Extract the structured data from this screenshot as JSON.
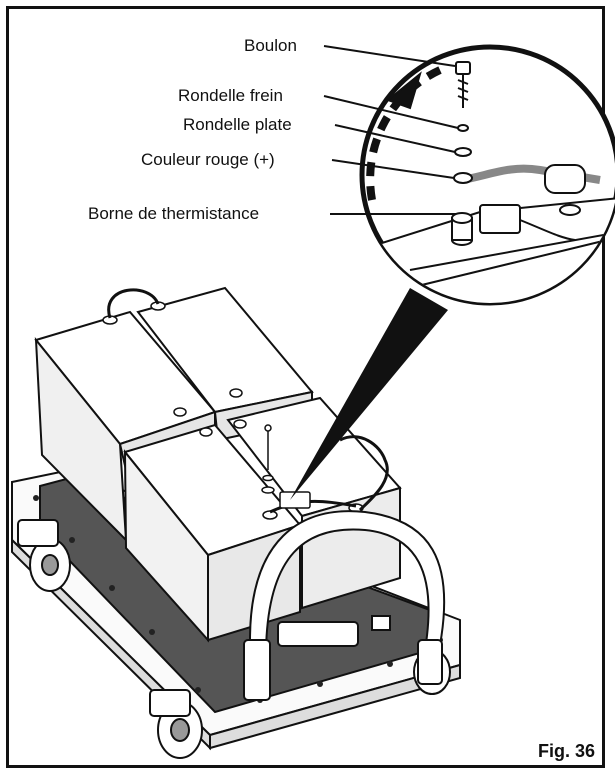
{
  "labels": {
    "bolt": "Boulon",
    "lock_washer": "Rondelle frein",
    "flat_washer": "Rondelle plate",
    "red_color": "Couleur rouge (+)",
    "thermistor_terminal": "Borne de thermistance"
  },
  "figure_number": "Fig. 36"
}
